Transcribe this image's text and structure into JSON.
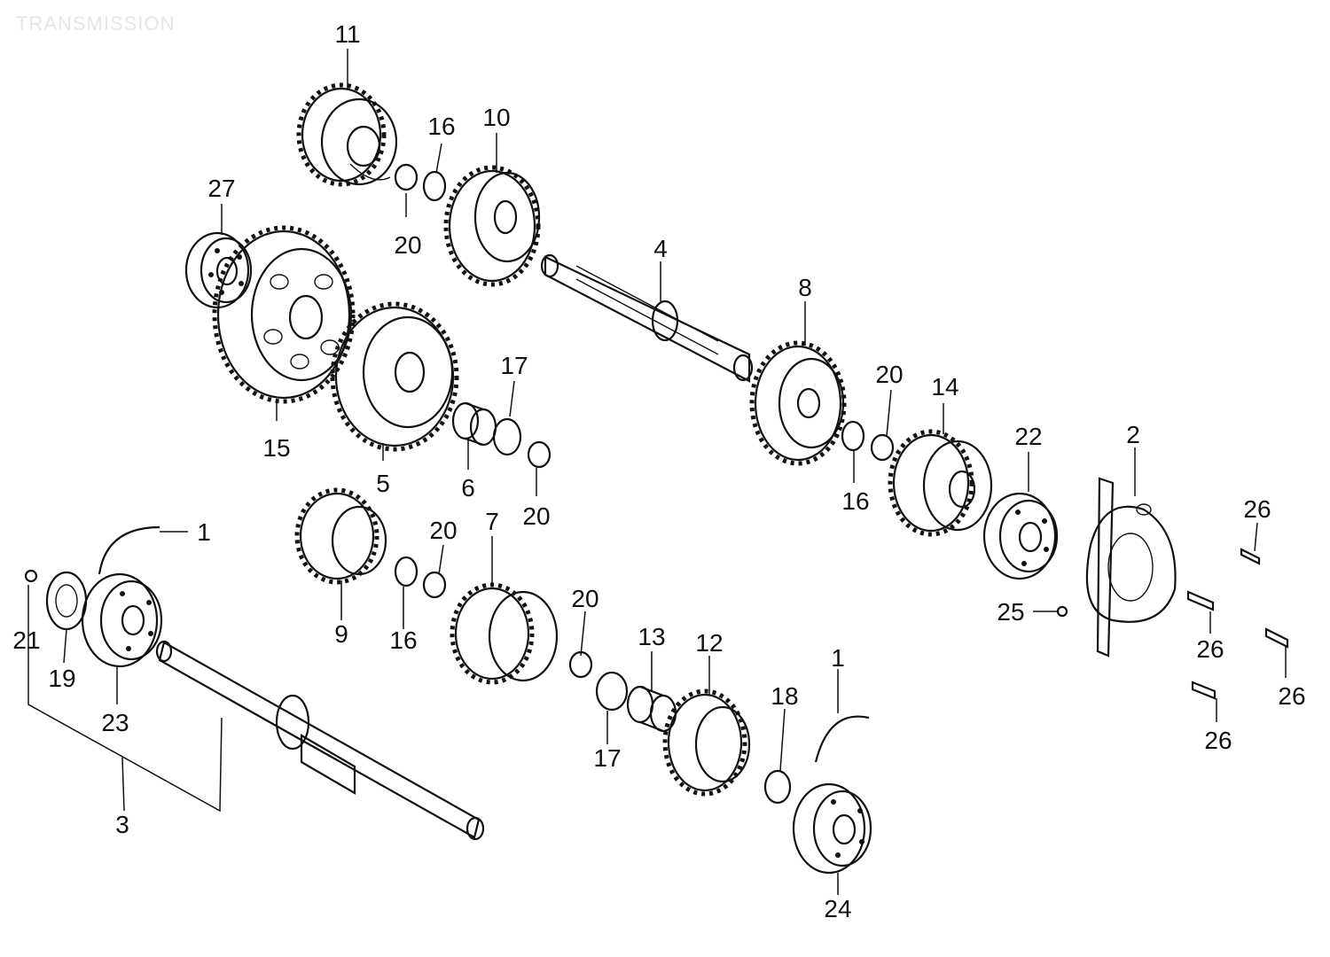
{
  "header": {
    "title": "TRANSMISSION"
  },
  "callouts": {
    "c1a": "1",
    "c1b": "1",
    "c2": "2",
    "c3": "3",
    "c4": "4",
    "c5": "5",
    "c6": "6",
    "c7": "7",
    "c8": "8",
    "c9": "9",
    "c10": "10",
    "c11": "11",
    "c12": "12",
    "c13": "13",
    "c14": "14",
    "c15": "15",
    "c16a": "16",
    "c16b": "16",
    "c16c": "16",
    "c17a": "17",
    "c17b": "17",
    "c18": "18",
    "c19": "19",
    "c20a": "20",
    "c20b": "20",
    "c20c": "20",
    "c20d": "20",
    "c20e": "20",
    "c21": "21",
    "c22": "22",
    "c23": "23",
    "c24": "24",
    "c25": "25",
    "c26a": "26",
    "c26b": "26",
    "c26c": "26",
    "c26d": "26",
    "c27": "27"
  }
}
